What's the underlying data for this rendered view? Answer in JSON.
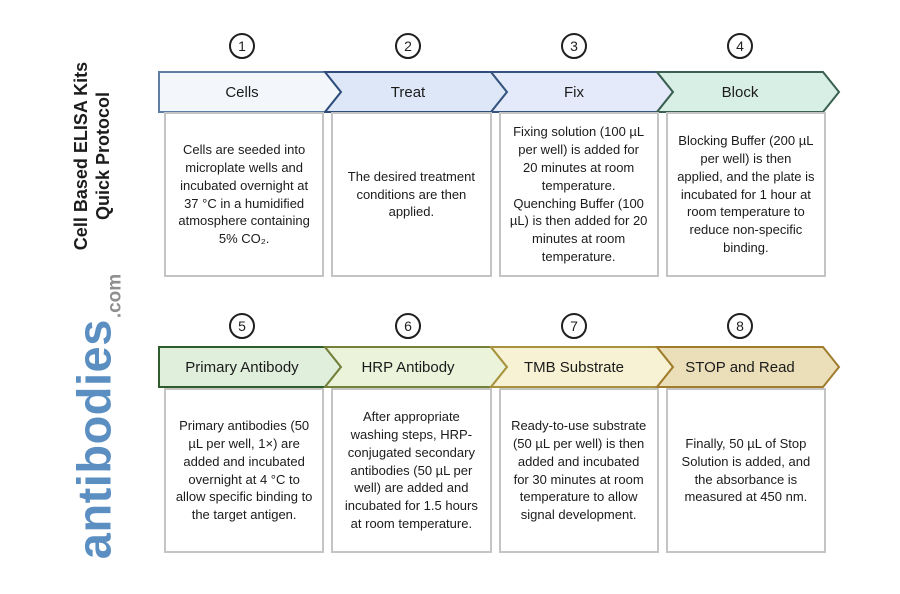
{
  "sidebar": {
    "title_line1": "Cell Based ELISA Kits",
    "title_line2": "Quick Protocol",
    "logo": "antibodies",
    "logo_suffix": ".com"
  },
  "colors": {
    "logo_blue": "#5b8fc2",
    "logo_gray": "#8f8f8f"
  },
  "steps": [
    {
      "number": "1",
      "label": "Cells",
      "fill": "#f3f7fb",
      "stroke": "#5e7fa3",
      "description": "Cells are seeded into microplate wells and incubated overnight at 37 °C in a humidified atmosphere containing 5% CO₂."
    },
    {
      "number": "2",
      "label": "Treat",
      "fill": "#dde7f8",
      "stroke": "#2e4d7b",
      "description": "The desired treatment conditions are then applied."
    },
    {
      "number": "3",
      "label": "Fix",
      "fill": "#e4eaf9",
      "stroke": "#35547f",
      "description": "Fixing solution (100 µL per well) is added for 20 minutes at room temperature. Quenching Buffer (100 µL) is then added for 20 minutes at room temperature."
    },
    {
      "number": "4",
      "label": "Block",
      "fill": "#d8efe6",
      "stroke": "#3a614f",
      "description": "Blocking Buffer (200 µL per well) is then applied, and the plate is incubated for 1 hour at room temperature to reduce non-specific binding."
    },
    {
      "number": "5",
      "label": "Primary Antibody",
      "fill": "#e0efdc",
      "stroke": "#2f5c2c",
      "description": "Primary antibodies (50 µL per well, 1×) are added and incubated overnight at 4 °C to allow specific binding to the target antigen."
    },
    {
      "number": "6",
      "label": "HRP Antibody",
      "fill": "#ebf3db",
      "stroke": "#75803a",
      "description": "After appropriate washing steps, HRP-conjugated secondary antibodies (50 µL per well) are added and incubated for 1.5 hours at room temperature."
    },
    {
      "number": "7",
      "label": "TMB Substrate",
      "fill": "#f6f2d3",
      "stroke": "#a8923e",
      "description": "Ready-to-use substrate (50 µL per well) is then added and incubated for 30 minutes at room temperature to allow signal development."
    },
    {
      "number": "8",
      "label": "STOP and Read",
      "fill": "#ebdfb9",
      "stroke": "#a07c2c",
      "description": "Finally, 50 µL of Stop Solution is added, and the absorbance is measured at 450 nm."
    }
  ]
}
